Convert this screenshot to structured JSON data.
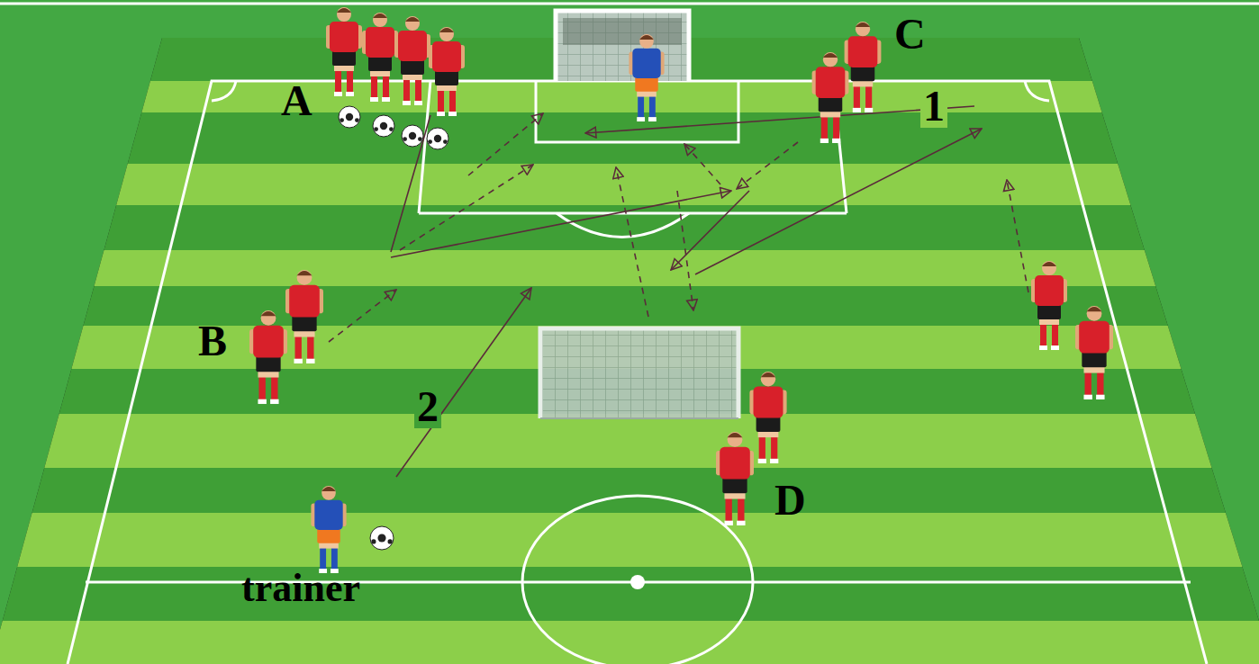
{
  "diagram": {
    "labels": [
      "A",
      "C",
      "1",
      "B",
      "2",
      "D",
      "trainer"
    ]
  }
}
